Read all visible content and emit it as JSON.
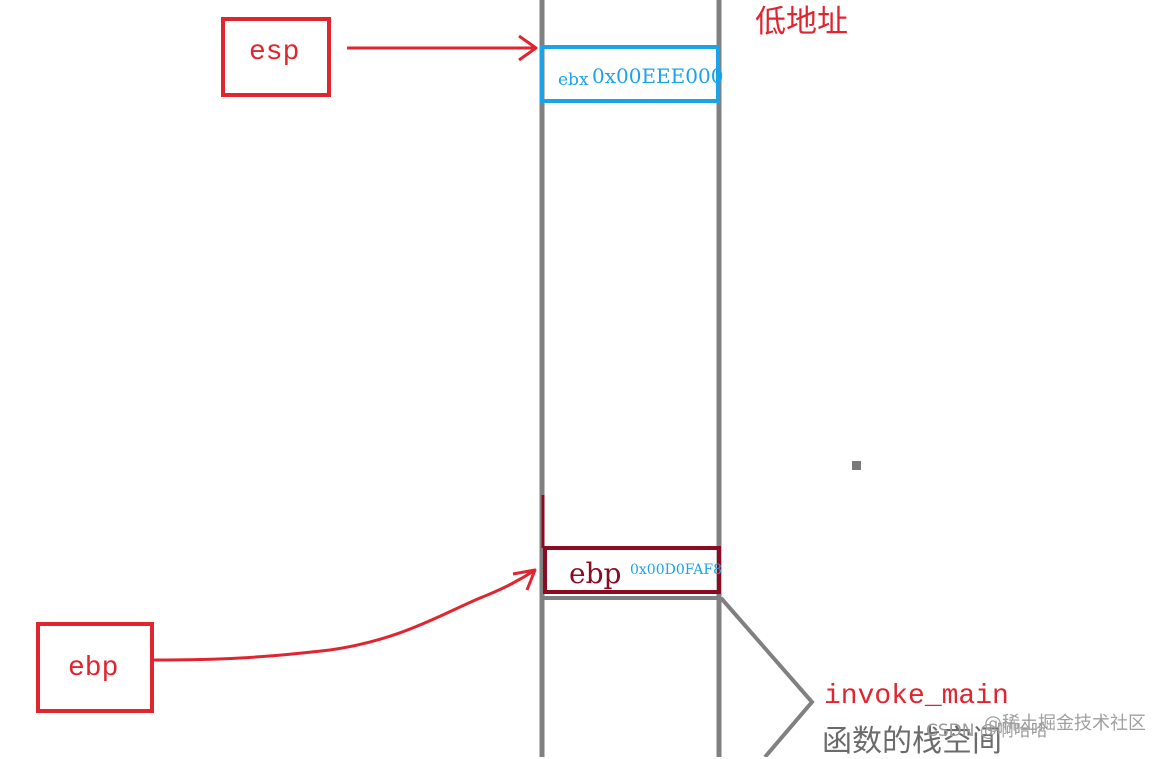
{
  "labels": {
    "low_address": "低地址",
    "esp_box": "esp",
    "ebp_box": "ebp",
    "ebx_prefix": "ebx",
    "ebx_value": "0x00EEE000",
    "ebp_inline": "ebp",
    "ebp_value": "0x00D0FAF8",
    "invoke_main": "invoke_main",
    "stack_space": "函数的栈空间"
  },
  "watermarks": {
    "csdn": "CSDN @啊哈哈",
    "juejin": "@稀土掘金技术社区"
  },
  "colors": {
    "red": "#e02530",
    "blue": "#1aa3e8",
    "dark_red": "#8a0b22",
    "gray": "#808080"
  }
}
